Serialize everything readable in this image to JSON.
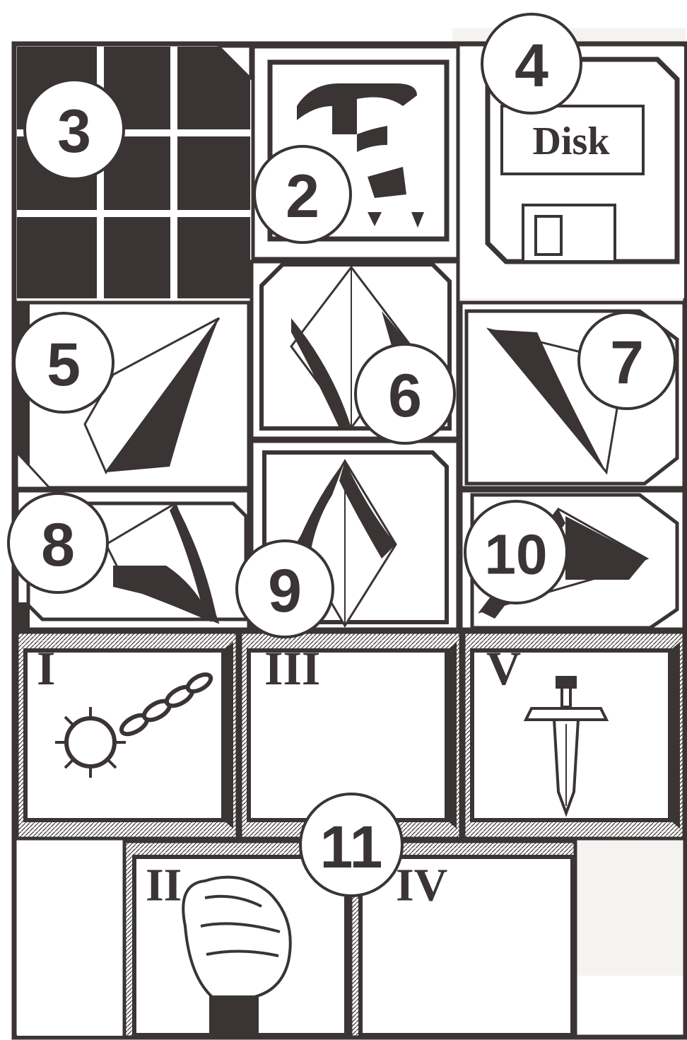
{
  "colors": {
    "ink": "#3a3434",
    "paper": "#ffffff",
    "bleed": "#dcd8d6"
  },
  "panels": {
    "grid": {
      "callout": "3",
      "icon": "grid-icon"
    },
    "spell": {
      "callout": "2",
      "icon": "spell-rune-icon"
    },
    "disk": {
      "callout": "4",
      "label": "Disk",
      "icon": "floppy-disk-icon"
    },
    "turn_left": {
      "callout": "5",
      "icon": "turn-left-arrow-icon"
    },
    "forward": {
      "callout": "6",
      "icon": "forward-arrow-icon"
    },
    "turn_right": {
      "callout": "7",
      "icon": "turn-right-arrow-icon"
    },
    "strafe_left": {
      "callout": "8",
      "icon": "strafe-left-arrow-icon"
    },
    "backward": {
      "callout": "9",
      "icon": "backward-arrow-icon"
    },
    "strafe_right": {
      "callout": "10",
      "icon": "strafe-right-arrow-icon"
    }
  },
  "slots_callout": "11",
  "slots": [
    {
      "numeral": "I",
      "item": "flail-icon"
    },
    {
      "numeral": "III",
      "item": ""
    },
    {
      "numeral": "V",
      "item": "dagger-icon"
    },
    {
      "numeral": "II",
      "item": "fist-icon"
    },
    {
      "numeral": "IV",
      "item": ""
    }
  ]
}
